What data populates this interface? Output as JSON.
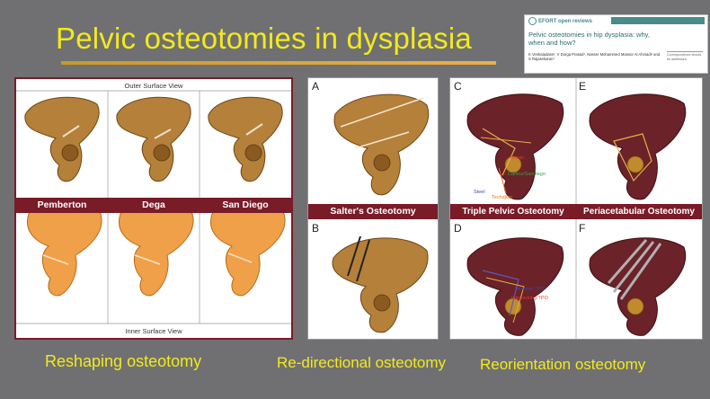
{
  "slide": {
    "title": "Pelvic osteotomies in dysplasia",
    "colors": {
      "title": "#f2ea1c",
      "accent_rule": "#d4a43a",
      "band": "#7a1b28",
      "bone_light": "#b8823a",
      "bone_inner": "#f2a24a",
      "bone_dark": "#6b2228"
    }
  },
  "article": {
    "brand": "EFORT open reviews",
    "title": "Pelvic osteotomies in hip dysplasia: why, when and how?",
    "authors": "K Venkatadass¹, V Durga Prasad¹, Nasser Mohammed Mansor Al Ahmadi² and S Rajasekaran¹",
    "correspondence": "Correspondence should be addressed"
  },
  "reshaping": {
    "outer_caption": "Outer Surface View",
    "inner_caption": "Inner Surface View",
    "labels": [
      "Pemberton",
      "Dega",
      "San Diego"
    ]
  },
  "redirectional": {
    "letter_a": "A",
    "letter_b": "B",
    "label": "Salter's Osteotomy"
  },
  "reorientation": {
    "letters": [
      "C",
      "E",
      "D",
      "F"
    ],
    "labels": [
      "Triple Pelvic Osteotomy",
      "Periacetabular Osteotomy"
    ],
    "c_annotations": [
      "Tonnis",
      "Carlioz/Sandiego",
      "Steel",
      "Techdjian"
    ],
    "d_annotations": [
      "Bernese TPO",
      "Interlocking TPO"
    ]
  },
  "categories": [
    "Reshaping osteotomy",
    "Re-directional osteotomy",
    "Reorientation osteotomy"
  ]
}
